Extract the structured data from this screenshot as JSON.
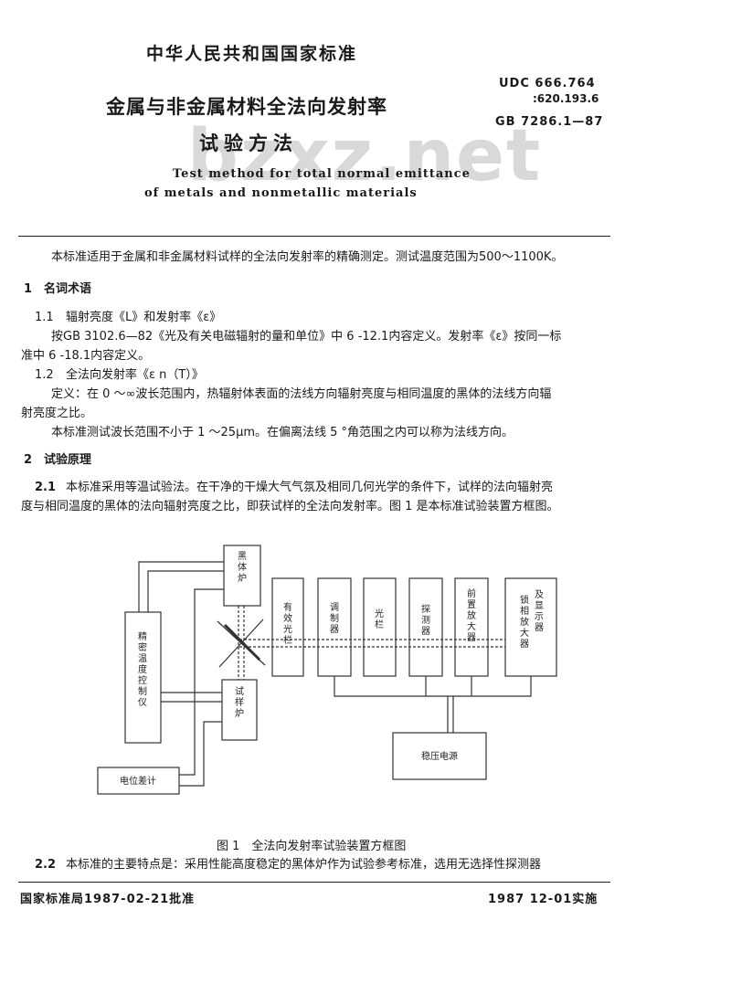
{
  "header": {
    "org": "中华人民共和国国家标准",
    "title_line1": "金属与非金属材料全法向发射率",
    "title_line2": "试验方法",
    "title_en_line1": "Test method for total normal emittance",
    "title_en_line2": "of metals and nonmetallic materials",
    "udc_line1": "UDC 666.764",
    "udc_line2": ":620.193.6",
    "gb_number": "GB 7286.1—87",
    "watermark": "bzxz.net"
  },
  "body": {
    "intro": "本标准适用于金属和非金属材料试样的全法向发射率的精确测定。测试温度范围为500～1100K。",
    "s1_title": "1　名词术语",
    "s1_1_num": "1.1",
    "s1_1_head": "辐射亮度《L》和发射率《ε》",
    "s1_1_text_a": "按GB 3102.6—82《光及有关电磁辐射的量和单位》中 6 -12.1内容定义。发射率《ε》按同一标",
    "s1_1_text_b": "准中 6 -18.1内容定义。",
    "s1_2_num": "1.2",
    "s1_2_head": "全法向发射率《ε n（T）》",
    "s1_2_text_a": "定义：在 0 ～∞波长范围内，热辐射体表面的法线方向辐射亮度与相同温度的黑体的法线方向辐",
    "s1_2_text_b": "射亮度之比。",
    "s1_2_text_c": "本标准测试波长范围不小于 1 ～25μm。在偏离法线 5 °角范围之内可以称为法线方向。",
    "s2_title": "2　试验原理",
    "s2_1_num": "2.1",
    "s2_1_text_a": "本标准采用等温试验法。在干净的干燥大气气氛及相同几何光学的条件下，试样的法向辐射亮",
    "s2_1_text_b": "度与相同温度的黑体的法向辐射亮度之比，即获试样的全法向发射率。图 1 是本标准试验装置方框图。",
    "s2_2_num": "2.2",
    "s2_2_text": "本标准的主要特点是：采用性能高度稳定的黑体炉作为试验参考标准，选用无选择性探测器"
  },
  "figure": {
    "caption": "图 1　全法向发射率试验装置方框图",
    "labels": {
      "blackbody": "黑体炉",
      "sample": "试样炉",
      "temp_ctrl": "精密温度控制仪",
      "potentiometer": "电位差计",
      "diaphragm": "有效光栏",
      "chopper": "调制器",
      "aperture": "光栏",
      "detector": "探测器",
      "preamp": "前置放大器",
      "lockin_line1": "锁相放大器",
      "lockin_line2": "及显示器",
      "power": "稳压电源"
    }
  },
  "footer": {
    "approved": "国家标准局1987-02-21批准",
    "effective": "1987 12-01实施"
  }
}
